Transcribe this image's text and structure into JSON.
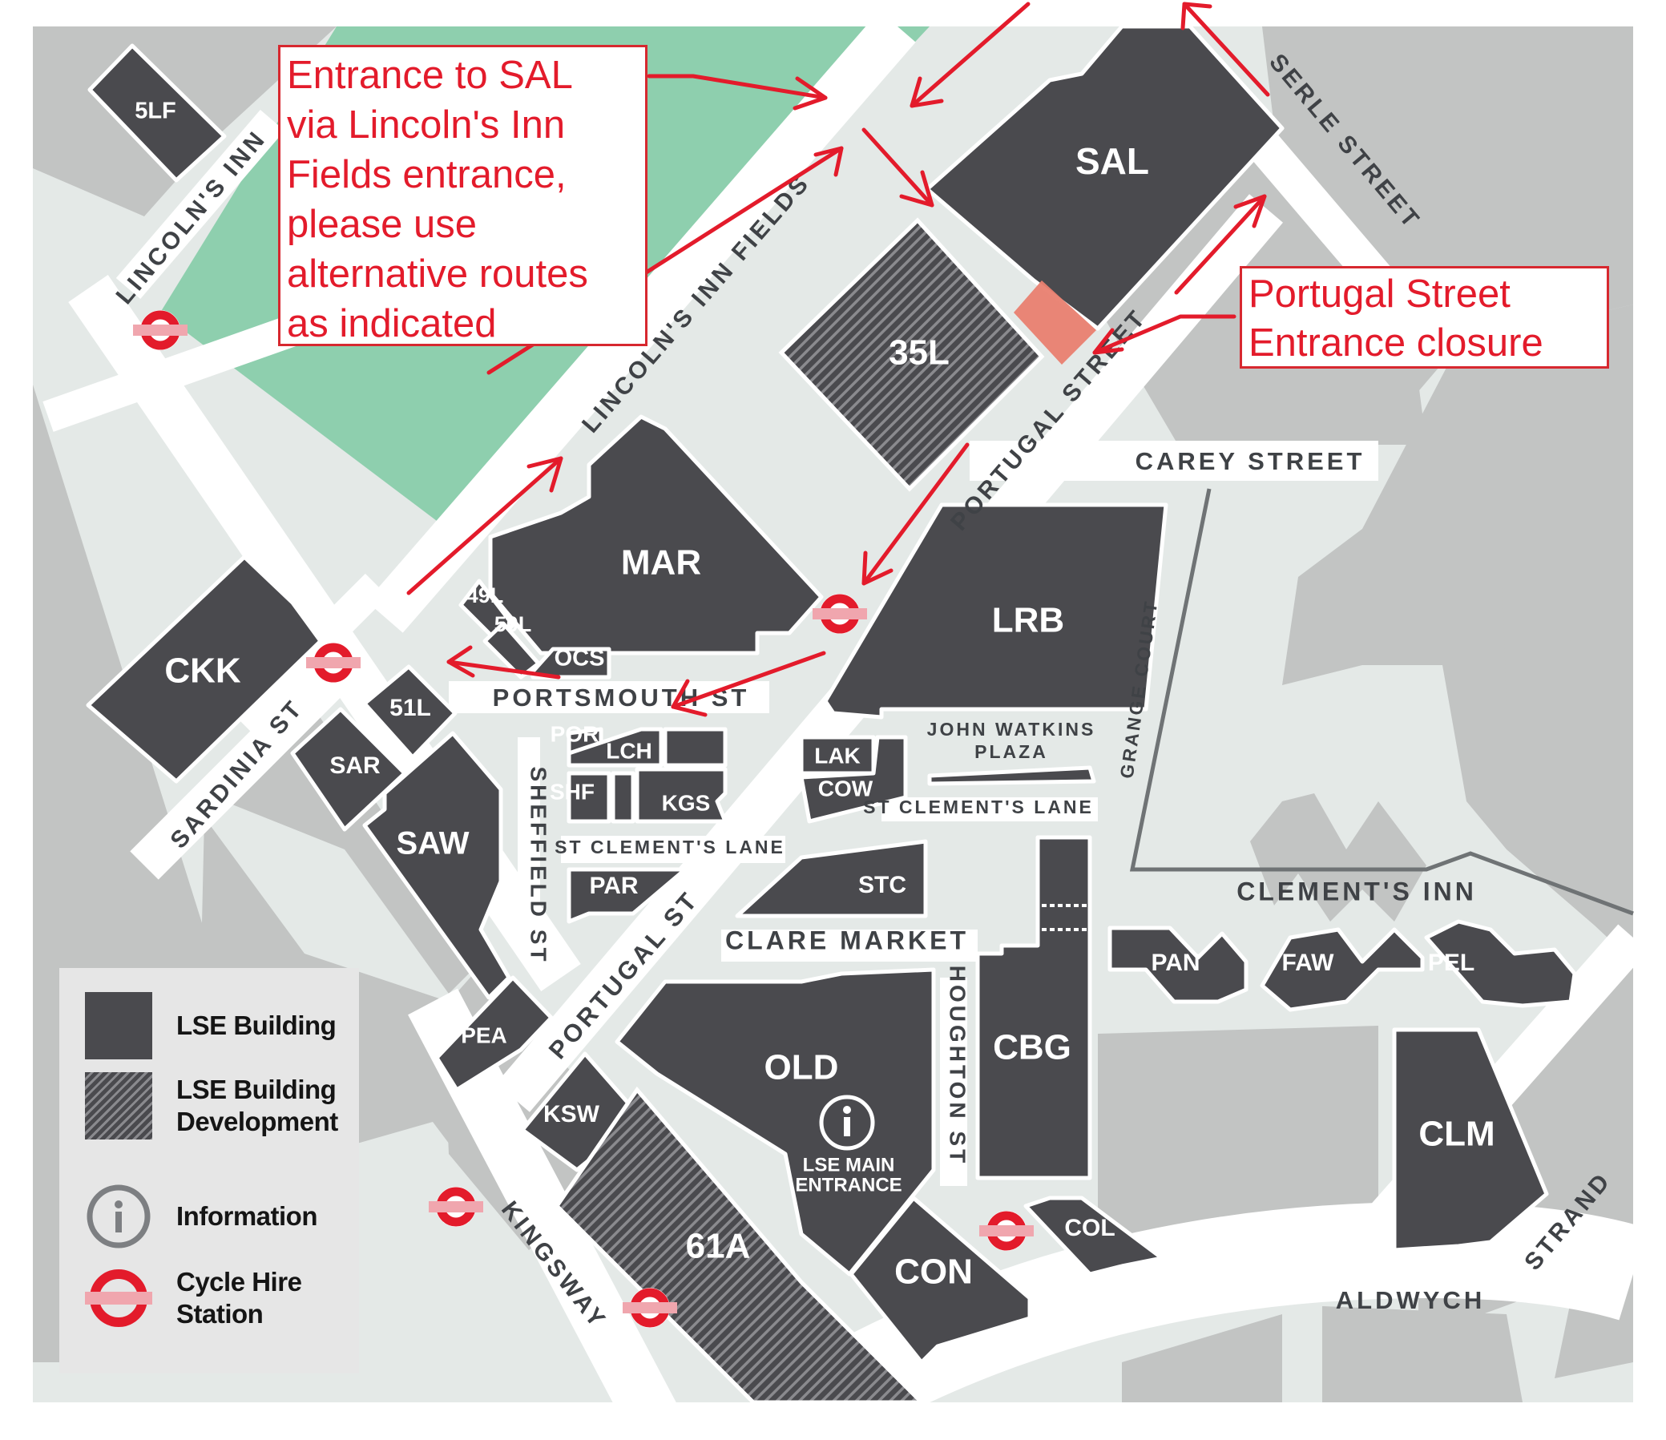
{
  "map": {
    "colors": {
      "road_light": "#e4e9e7",
      "road_white": "#ffffff",
      "block_grey": "#c2c4c3",
      "lse_building": "#4a4a4e",
      "development_stripe": "#8a8a8e",
      "park_green": "#8ecfae",
      "annotation_red": "#e31b2b",
      "closure_salmon": "#e98070",
      "cycle_hire_red": "#e31b2b",
      "cycle_hire_bar": "#f0a6ae",
      "street_label": "#3f4246"
    },
    "buildings": [
      {
        "code": "5LF",
        "type": "lse"
      },
      {
        "code": "SAL",
        "type": "lse"
      },
      {
        "code": "35L",
        "type": "development"
      },
      {
        "code": "MAR",
        "type": "lse"
      },
      {
        "code": "49L",
        "type": "lse"
      },
      {
        "code": "50L",
        "type": "lse"
      },
      {
        "code": "OCS",
        "type": "lse"
      },
      {
        "code": "CKK",
        "type": "lse"
      },
      {
        "code": "51L",
        "type": "lse"
      },
      {
        "code": "SAR",
        "type": "lse"
      },
      {
        "code": "SAW",
        "type": "lse"
      },
      {
        "code": "POR",
        "type": "lse"
      },
      {
        "code": "LCH",
        "type": "lse"
      },
      {
        "code": "SHF",
        "type": "lse"
      },
      {
        "code": "KGS",
        "type": "lse"
      },
      {
        "code": "PAR",
        "type": "lse"
      },
      {
        "code": "LRB",
        "type": "lse"
      },
      {
        "code": "LAK",
        "type": "lse"
      },
      {
        "code": "COW",
        "type": "lse"
      },
      {
        "code": "STC",
        "type": "lse"
      },
      {
        "code": "PEA",
        "type": "lse"
      },
      {
        "code": "KSW",
        "type": "lse"
      },
      {
        "code": "OLD",
        "type": "lse"
      },
      {
        "code": "61A",
        "type": "development"
      },
      {
        "code": "CON",
        "type": "lse"
      },
      {
        "code": "CBG",
        "type": "lse"
      },
      {
        "code": "COL",
        "type": "lse"
      },
      {
        "code": "PAN",
        "type": "lse"
      },
      {
        "code": "FAW",
        "type": "lse"
      },
      {
        "code": "PEL",
        "type": "lse"
      },
      {
        "code": "CLM",
        "type": "lse"
      }
    ],
    "labels": {
      "b5lf": "5LF",
      "sal": "SAL",
      "b35l": "35L",
      "mar": "MAR",
      "b49l": "49L",
      "b50l": "50L",
      "ocs": "OCS",
      "ckk": "CKK",
      "b51l": "51L",
      "sar": "SAR",
      "saw": "SAW",
      "por": "POR",
      "lch": "LCH",
      "shf": "SHF",
      "kgs": "KGS",
      "par": "PAR",
      "lrb": "LRB",
      "lak": "LAK",
      "cow": "COW",
      "stc": "STC",
      "pea": "PEA",
      "ksw": "KSW",
      "old": "OLD",
      "b61a": "61A",
      "con": "CON",
      "cbg": "CBG",
      "col": "COL",
      "pan": "PAN",
      "faw": "FAW",
      "pel": "PEL",
      "clm": "CLM",
      "main_entrance_1": "LSE MAIN",
      "main_entrance_2": "ENTRANCE"
    },
    "streets": {
      "lincolns_inn": "LINCOLN'S INN",
      "lincolns_inn_fields": "LINCOLN'S INN FIELDS",
      "serle_street": "SERLE STREET",
      "portugal_street": "PORTUGAL STREET",
      "carey_street": "CAREY STREET",
      "portsmouth_st": "PORTSMOUTH ST",
      "sardinia_st": "SARDINIA ST",
      "sheffield_st": "SHEFFIELD ST",
      "st_clements_lane_west": "ST CLEMENT'S LANE",
      "st_clements_lane_east": "ST CLEMENT'S LANE",
      "john_watkins_1": "JOHN WATKINS",
      "john_watkins_2": "PLAZA",
      "grange_court": "GRANGE COURT",
      "clements_inn": "CLEMENT'S INN",
      "clare_market": "CLARE MARKET",
      "houghton_st": "HOUGHTON ST",
      "portugal_st": "PORTUGAL ST",
      "kingsway": "KINGSWAY",
      "aldwych": "ALDWYCH",
      "strand": "STRAND"
    },
    "cycle_hire_stations": 6
  },
  "callouts": {
    "sal_entrance": {
      "lines": [
        "Entrance to SAL",
        "via Lincoln's Inn",
        "Fields entrance,",
        "please use",
        "alternative routes",
        "as indicated"
      ]
    },
    "portugal_closure": {
      "lines": [
        "Portugal Street",
        "Entrance closure"
      ]
    }
  },
  "legend": {
    "items": [
      {
        "icon": "lse-building-swatch",
        "label": "LSE Building"
      },
      {
        "icon": "lse-development-swatch",
        "label_1": "LSE Building",
        "label_2": "Development"
      },
      {
        "icon": "information-icon",
        "label": "Information"
      },
      {
        "icon": "cycle-hire-icon",
        "label_1": "Cycle Hire",
        "label_2": "Station"
      }
    ]
  }
}
